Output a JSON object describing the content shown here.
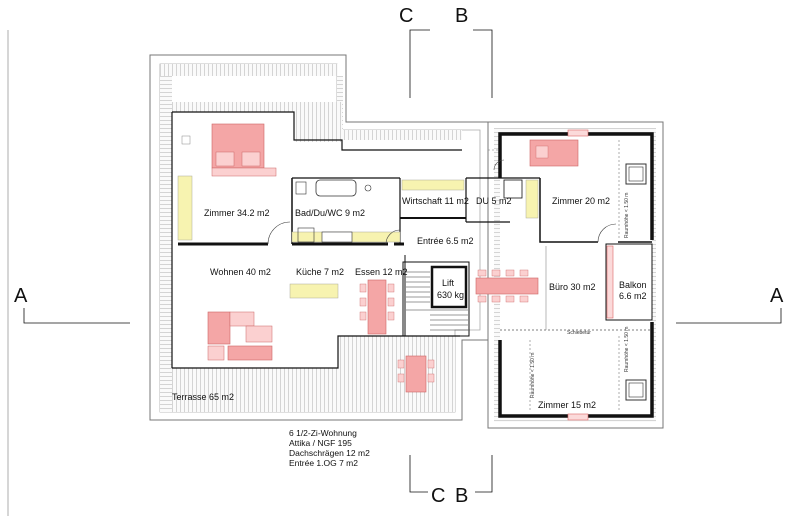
{
  "section_marks": {
    "a_left": "A",
    "a_right": "A",
    "c_top": "C",
    "b_top": "B",
    "c_bottom": "C",
    "b_bottom": "B"
  },
  "rooms": {
    "zimmer_master": "Zimmer 34.2  m2",
    "bad": "Bad/Du/WC 9 m2",
    "wirtschaft": "Wirtschaft 11 m2",
    "du": "DU 5 m2",
    "zimmer_20": "Zimmer  20 m2",
    "entree": "Entrée 6.5 m2",
    "wohnen": "Wohnen 40 m2",
    "kueche": "Küche 7 m2",
    "essen": "Essen 12 m2",
    "lift_1": "Lift",
    "lift_2": "630 kg",
    "buero": "Büro 30 m2",
    "balkon_1": "Balkon",
    "balkon_2": "6.6 m2",
    "terrasse": "Terrasse 65 m2",
    "zimmer_15": "Zimmer  15 m2",
    "schiebetuer": "Schiebetür",
    "raumhoehe": "Raumhöhe < 1.50 m"
  },
  "info": {
    "line1": "6 1/2-Zi-Wohnung",
    "line2": "Attika / NGF 195",
    "line3": "Dachschrägen 12 m2",
    "line4": "Entrée 1.OG 7 m2"
  },
  "colors": {
    "wall": "#111111",
    "furniture_pink": "#f4a6a6",
    "furniture_yellow": "#f7f3b0",
    "terrace_grey": "#bdbdbd"
  }
}
